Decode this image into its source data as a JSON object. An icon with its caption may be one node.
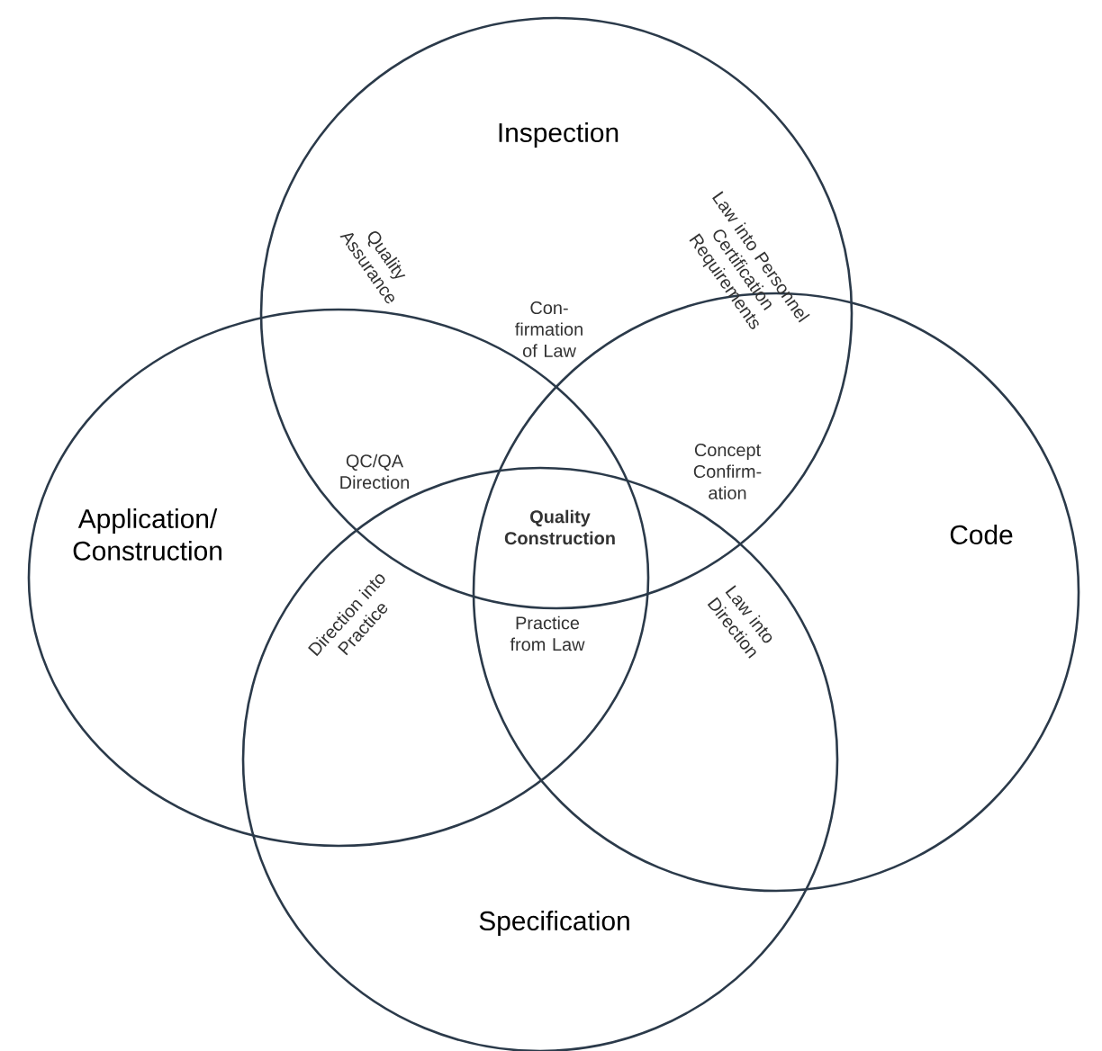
{
  "diagram": {
    "nodes": [
      {
        "text": [
          "Inspection"
        ]
      },
      {
        "text": [
          "Application/ Construction"
        ]
      },
      {
        "text": [
          "Code"
        ]
      },
      {
        "text": [
          "Specification"
        ]
      }
    ],
    "labels": [
      "Quality Assurance",
      "Con-firmation of Law",
      "Law into Personnel Certification Requirements",
      "QC/QA Direction",
      "**Quality Construction**",
      "Concept Confirm-ation",
      "Direction into Practice",
      "Practice from Law",
      "Law into Direction"
    ]
  }
}
